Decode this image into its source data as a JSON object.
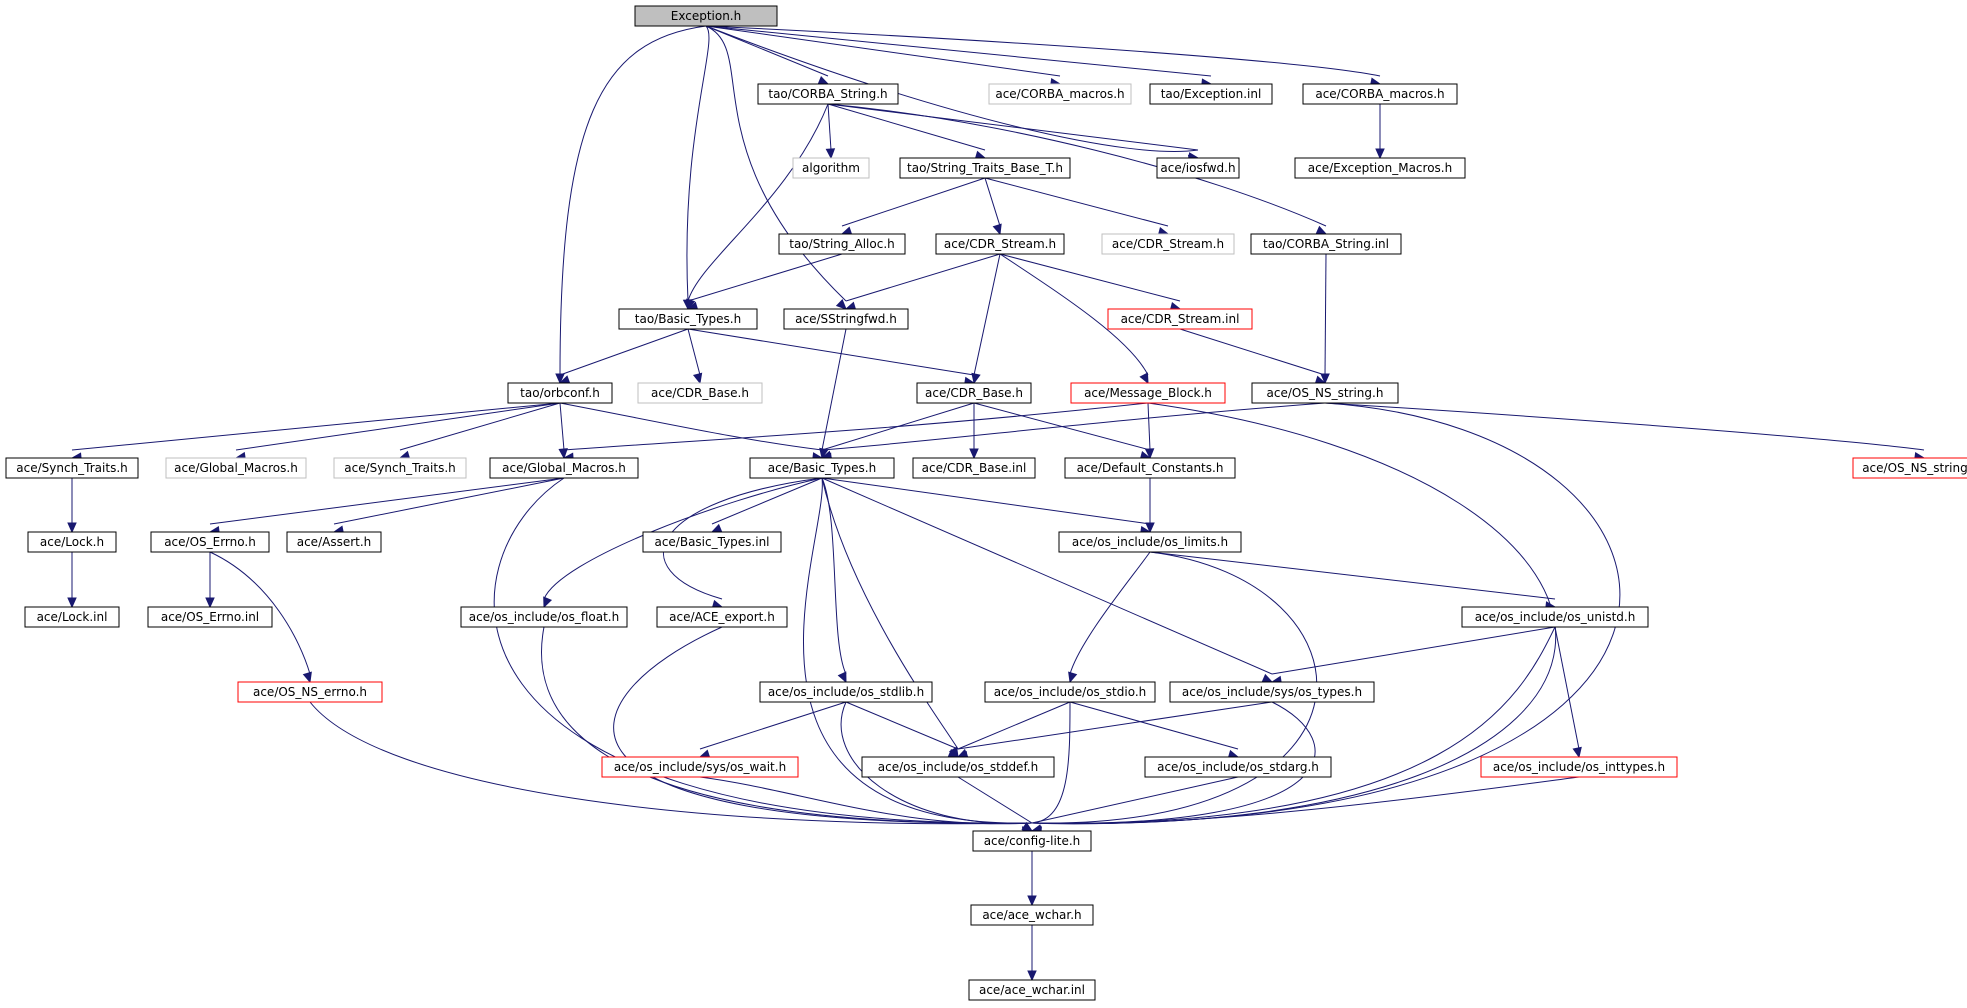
{
  "diagram": {
    "colors": {
      "edge": "#191970",
      "node_border": "#000000",
      "root_fill": "#bfbfbf",
      "external_border": "#bfbfbf",
      "truncated_border": "#ff0000",
      "background": "#ffffff"
    },
    "nodes": [
      {
        "id": "n_exception",
        "label": "Exception.h",
        "kind": "root"
      },
      {
        "id": "n_tao_corba_string",
        "label": "tao/CORBA_String.h",
        "kind": "normal"
      },
      {
        "id": "n_ace_corba_macros_ext",
        "label": "ace/CORBA_macros.h",
        "kind": "external"
      },
      {
        "id": "n_tao_exception_inl",
        "label": "tao/Exception.inl",
        "kind": "normal"
      },
      {
        "id": "n_ace_corba_macros",
        "label": "ace/CORBA_macros.h",
        "kind": "normal"
      },
      {
        "id": "n_algorithm",
        "label": "algorithm",
        "kind": "external"
      },
      {
        "id": "n_tao_string_traits",
        "label": "tao/String_Traits_Base_T.h",
        "kind": "normal"
      },
      {
        "id": "n_ace_iosfwd",
        "label": "ace/iosfwd.h",
        "kind": "normal"
      },
      {
        "id": "n_ace_exception_macros",
        "label": "ace/Exception_Macros.h",
        "kind": "normal"
      },
      {
        "id": "n_tao_string_alloc",
        "label": "tao/String_Alloc.h",
        "kind": "normal"
      },
      {
        "id": "n_ace_cdr_stream",
        "label": "ace/CDR_Stream.h",
        "kind": "normal"
      },
      {
        "id": "n_ace_cdr_stream_ext",
        "label": "ace/CDR_Stream.h",
        "kind": "external"
      },
      {
        "id": "n_tao_corba_string_inl",
        "label": "tao/CORBA_String.inl",
        "kind": "normal"
      },
      {
        "id": "n_tao_basic_types",
        "label": "tao/Basic_Types.h",
        "kind": "normal"
      },
      {
        "id": "n_ace_sstringfwd",
        "label": "ace/SStringfwd.h",
        "kind": "normal"
      },
      {
        "id": "n_ace_cdr_stream_inl",
        "label": "ace/CDR_Stream.inl",
        "kind": "truncated"
      },
      {
        "id": "n_tao_orbconf",
        "label": "tao/orbconf.h",
        "kind": "normal"
      },
      {
        "id": "n_ace_cdr_base_ext",
        "label": "ace/CDR_Base.h",
        "kind": "external"
      },
      {
        "id": "n_ace_cdr_base",
        "label": "ace/CDR_Base.h",
        "kind": "normal"
      },
      {
        "id": "n_ace_message_block",
        "label": "ace/Message_Block.h",
        "kind": "truncated"
      },
      {
        "id": "n_ace_os_ns_string",
        "label": "ace/OS_NS_string.h",
        "kind": "normal"
      },
      {
        "id": "n_ace_synch_traits",
        "label": "ace/Synch_Traits.h",
        "kind": "normal"
      },
      {
        "id": "n_ace_global_macros_ext",
        "label": "ace/Global_Macros.h",
        "kind": "external"
      },
      {
        "id": "n_ace_synch_traits_ext",
        "label": "ace/Synch_Traits.h",
        "kind": "external"
      },
      {
        "id": "n_ace_global_macros",
        "label": "ace/Global_Macros.h",
        "kind": "normal"
      },
      {
        "id": "n_ace_basic_types",
        "label": "ace/Basic_Types.h",
        "kind": "normal"
      },
      {
        "id": "n_ace_cdr_base_inl",
        "label": "ace/CDR_Base.inl",
        "kind": "normal"
      },
      {
        "id": "n_ace_default_constants",
        "label": "ace/Default_Constants.h",
        "kind": "normal"
      },
      {
        "id": "n_ace_os_ns_string_inl",
        "label": "ace/OS_NS_string.inl",
        "kind": "truncated"
      },
      {
        "id": "n_ace_lock",
        "label": "ace/Lock.h",
        "kind": "normal"
      },
      {
        "id": "n_ace_os_errno",
        "label": "ace/OS_Errno.h",
        "kind": "normal"
      },
      {
        "id": "n_ace_assert",
        "label": "ace/Assert.h",
        "kind": "normal"
      },
      {
        "id": "n_ace_basic_types_inl",
        "label": "ace/Basic_Types.inl",
        "kind": "normal"
      },
      {
        "id": "n_ace_os_limits",
        "label": "ace/os_include/os_limits.h",
        "kind": "normal"
      },
      {
        "id": "n_ace_lock_inl",
        "label": "ace/Lock.inl",
        "kind": "normal"
      },
      {
        "id": "n_ace_os_errno_inl",
        "label": "ace/OS_Errno.inl",
        "kind": "normal"
      },
      {
        "id": "n_ace_os_float",
        "label": "ace/os_include/os_float.h",
        "kind": "normal"
      },
      {
        "id": "n_ace_ace_export",
        "label": "ace/ACE_export.h",
        "kind": "normal"
      },
      {
        "id": "n_ace_os_unistd",
        "label": "ace/os_include/os_unistd.h",
        "kind": "normal"
      },
      {
        "id": "n_ace_os_ns_errno",
        "label": "ace/OS_NS_errno.h",
        "kind": "truncated"
      },
      {
        "id": "n_ace_os_stdlib",
        "label": "ace/os_include/os_stdlib.h",
        "kind": "normal"
      },
      {
        "id": "n_ace_os_stdio",
        "label": "ace/os_include/os_stdio.h",
        "kind": "normal"
      },
      {
        "id": "n_ace_sys_os_types",
        "label": "ace/os_include/sys/os_types.h",
        "kind": "normal"
      },
      {
        "id": "n_ace_sys_os_wait",
        "label": "ace/os_include/sys/os_wait.h",
        "kind": "truncated"
      },
      {
        "id": "n_ace_os_stddef",
        "label": "ace/os_include/os_stddef.h",
        "kind": "normal"
      },
      {
        "id": "n_ace_os_stdarg",
        "label": "ace/os_include/os_stdarg.h",
        "kind": "normal"
      },
      {
        "id": "n_ace_os_inttypes",
        "label": "ace/os_include/os_inttypes.h",
        "kind": "truncated"
      },
      {
        "id": "n_ace_config_lite",
        "label": "ace/config-lite.h",
        "kind": "normal"
      },
      {
        "id": "n_ace_ace_wchar",
        "label": "ace/ace_wchar.h",
        "kind": "normal"
      },
      {
        "id": "n_ace_ace_wchar_inl",
        "label": "ace/ace_wchar.inl",
        "kind": "normal"
      }
    ],
    "edges": [
      {
        "from": "n_exception",
        "to": "n_tao_corba_string"
      },
      {
        "from": "n_exception",
        "to": "n_ace_corba_macros_ext"
      },
      {
        "from": "n_exception",
        "to": "n_tao_exception_inl"
      },
      {
        "from": "n_exception",
        "to": "n_ace_corba_macros"
      },
      {
        "from": "n_exception",
        "to": "n_ace_iosfwd"
      },
      {
        "from": "n_exception",
        "to": "n_tao_basic_types"
      },
      {
        "from": "n_exception",
        "to": "n_ace_sstringfwd"
      },
      {
        "from": "n_exception",
        "to": "n_tao_orbconf"
      },
      {
        "from": "n_tao_corba_string",
        "to": "n_algorithm"
      },
      {
        "from": "n_tao_corba_string",
        "to": "n_tao_string_traits"
      },
      {
        "from": "n_tao_corba_string",
        "to": "n_ace_iosfwd"
      },
      {
        "from": "n_tao_corba_string",
        "to": "n_tao_corba_string_inl"
      },
      {
        "from": "n_tao_corba_string",
        "to": "n_tao_basic_types"
      },
      {
        "from": "n_ace_corba_macros",
        "to": "n_ace_exception_macros"
      },
      {
        "from": "n_tao_string_traits",
        "to": "n_tao_string_alloc"
      },
      {
        "from": "n_tao_string_traits",
        "to": "n_ace_cdr_stream"
      },
      {
        "from": "n_tao_string_traits",
        "to": "n_ace_cdr_stream_ext"
      },
      {
        "from": "n_tao_string_alloc",
        "to": "n_tao_basic_types"
      },
      {
        "from": "n_ace_cdr_stream",
        "to": "n_ace_sstringfwd"
      },
      {
        "from": "n_ace_cdr_stream",
        "to": "n_ace_cdr_stream_inl"
      },
      {
        "from": "n_ace_cdr_stream",
        "to": "n_ace_cdr_base"
      },
      {
        "from": "n_ace_cdr_stream",
        "to": "n_ace_message_block"
      },
      {
        "from": "n_ace_cdr_stream_inl",
        "to": "n_ace_os_ns_string"
      },
      {
        "from": "n_tao_corba_string_inl",
        "to": "n_ace_os_ns_string"
      },
      {
        "from": "n_tao_basic_types",
        "to": "n_tao_orbconf"
      },
      {
        "from": "n_tao_basic_types",
        "to": "n_ace_cdr_base_ext"
      },
      {
        "from": "n_tao_basic_types",
        "to": "n_ace_cdr_base"
      },
      {
        "from": "n_ace_sstringfwd",
        "to": "n_ace_basic_types"
      },
      {
        "from": "n_tao_orbconf",
        "to": "n_ace_synch_traits"
      },
      {
        "from": "n_tao_orbconf",
        "to": "n_ace_global_macros_ext"
      },
      {
        "from": "n_tao_orbconf",
        "to": "n_ace_synch_traits_ext"
      },
      {
        "from": "n_tao_orbconf",
        "to": "n_ace_global_macros"
      },
      {
        "from": "n_tao_orbconf",
        "to": "n_ace_basic_types"
      },
      {
        "from": "n_ace_cdr_base",
        "to": "n_ace_basic_types"
      },
      {
        "from": "n_ace_cdr_base",
        "to": "n_ace_cdr_base_inl"
      },
      {
        "from": "n_ace_cdr_base",
        "to": "n_ace_default_constants"
      },
      {
        "from": "n_ace_message_block",
        "to": "n_ace_global_macros"
      },
      {
        "from": "n_ace_message_block",
        "to": "n_ace_default_constants"
      },
      {
        "from": "n_ace_message_block",
        "to": "n_ace_config_lite"
      },
      {
        "from": "n_ace_os_ns_string",
        "to": "n_ace_basic_types"
      },
      {
        "from": "n_ace_os_ns_string",
        "to": "n_ace_os_ns_string_inl"
      },
      {
        "from": "n_ace_os_ns_string",
        "to": "n_ace_config_lite"
      },
      {
        "from": "n_ace_synch_traits",
        "to": "n_ace_lock"
      },
      {
        "from": "n_ace_lock",
        "to": "n_ace_lock_inl"
      },
      {
        "from": "n_ace_global_macros",
        "to": "n_ace_os_errno"
      },
      {
        "from": "n_ace_global_macros",
        "to": "n_ace_assert"
      },
      {
        "from": "n_ace_global_macros",
        "to": "n_ace_config_lite"
      },
      {
        "from": "n_ace_os_errno",
        "to": "n_ace_os_errno_inl"
      },
      {
        "from": "n_ace_os_errno",
        "to": "n_ace_os_ns_errno"
      },
      {
        "from": "n_ace_os_ns_errno",
        "to": "n_ace_config_lite"
      },
      {
        "from": "n_ace_default_constants",
        "to": "n_ace_os_limits"
      },
      {
        "from": "n_ace_basic_types",
        "to": "n_ace_basic_types_inl"
      },
      {
        "from": "n_ace_basic_types",
        "to": "n_ace_os_limits"
      },
      {
        "from": "n_ace_basic_types",
        "to": "n_ace_os_float"
      },
      {
        "from": "n_ace_basic_types",
        "to": "n_ace_ace_export"
      },
      {
        "from": "n_ace_basic_types",
        "to": "n_ace_os_stdlib"
      },
      {
        "from": "n_ace_basic_types",
        "to": "n_ace_os_stddef"
      },
      {
        "from": "n_ace_basic_types",
        "to": "n_ace_sys_os_types"
      },
      {
        "from": "n_ace_basic_types",
        "to": "n_ace_config_lite"
      },
      {
        "from": "n_ace_os_limits",
        "to": "n_ace_os_unistd"
      },
      {
        "from": "n_ace_os_limits",
        "to": "n_ace_os_stdio"
      },
      {
        "from": "n_ace_os_limits",
        "to": "n_ace_config_lite"
      },
      {
        "from": "n_ace_os_unistd",
        "to": "n_ace_sys_os_types"
      },
      {
        "from": "n_ace_os_unistd",
        "to": "n_ace_os_inttypes"
      },
      {
        "from": "n_ace_os_unistd",
        "to": "n_ace_config_lite"
      },
      {
        "from": "n_ace_os_float",
        "to": "n_ace_config_lite"
      },
      {
        "from": "n_ace_ace_export",
        "to": "n_ace_config_lite"
      },
      {
        "from": "n_ace_os_stdlib",
        "to": "n_ace_sys_os_wait"
      },
      {
        "from": "n_ace_os_stdlib",
        "to": "n_ace_os_stddef"
      },
      {
        "from": "n_ace_os_stdlib",
        "to": "n_ace_config_lite"
      },
      {
        "from": "n_ace_os_stdio",
        "to": "n_ace_os_stddef"
      },
      {
        "from": "n_ace_os_stdio",
        "to": "n_ace_os_stdarg"
      },
      {
        "from": "n_ace_os_stdio",
        "to": "n_ace_config_lite"
      },
      {
        "from": "n_ace_sys_os_types",
        "to": "n_ace_os_stddef"
      },
      {
        "from": "n_ace_sys_os_types",
        "to": "n_ace_config_lite"
      },
      {
        "from": "n_ace_sys_os_wait",
        "to": "n_ace_config_lite"
      },
      {
        "from": "n_ace_os_stddef",
        "to": "n_ace_config_lite"
      },
      {
        "from": "n_ace_os_stdarg",
        "to": "n_ace_config_lite"
      },
      {
        "from": "n_ace_os_inttypes",
        "to": "n_ace_config_lite"
      },
      {
        "from": "n_ace_config_lite",
        "to": "n_ace_ace_wchar"
      },
      {
        "from": "n_ace_ace_wchar",
        "to": "n_ace_ace_wchar_inl"
      }
    ]
  }
}
